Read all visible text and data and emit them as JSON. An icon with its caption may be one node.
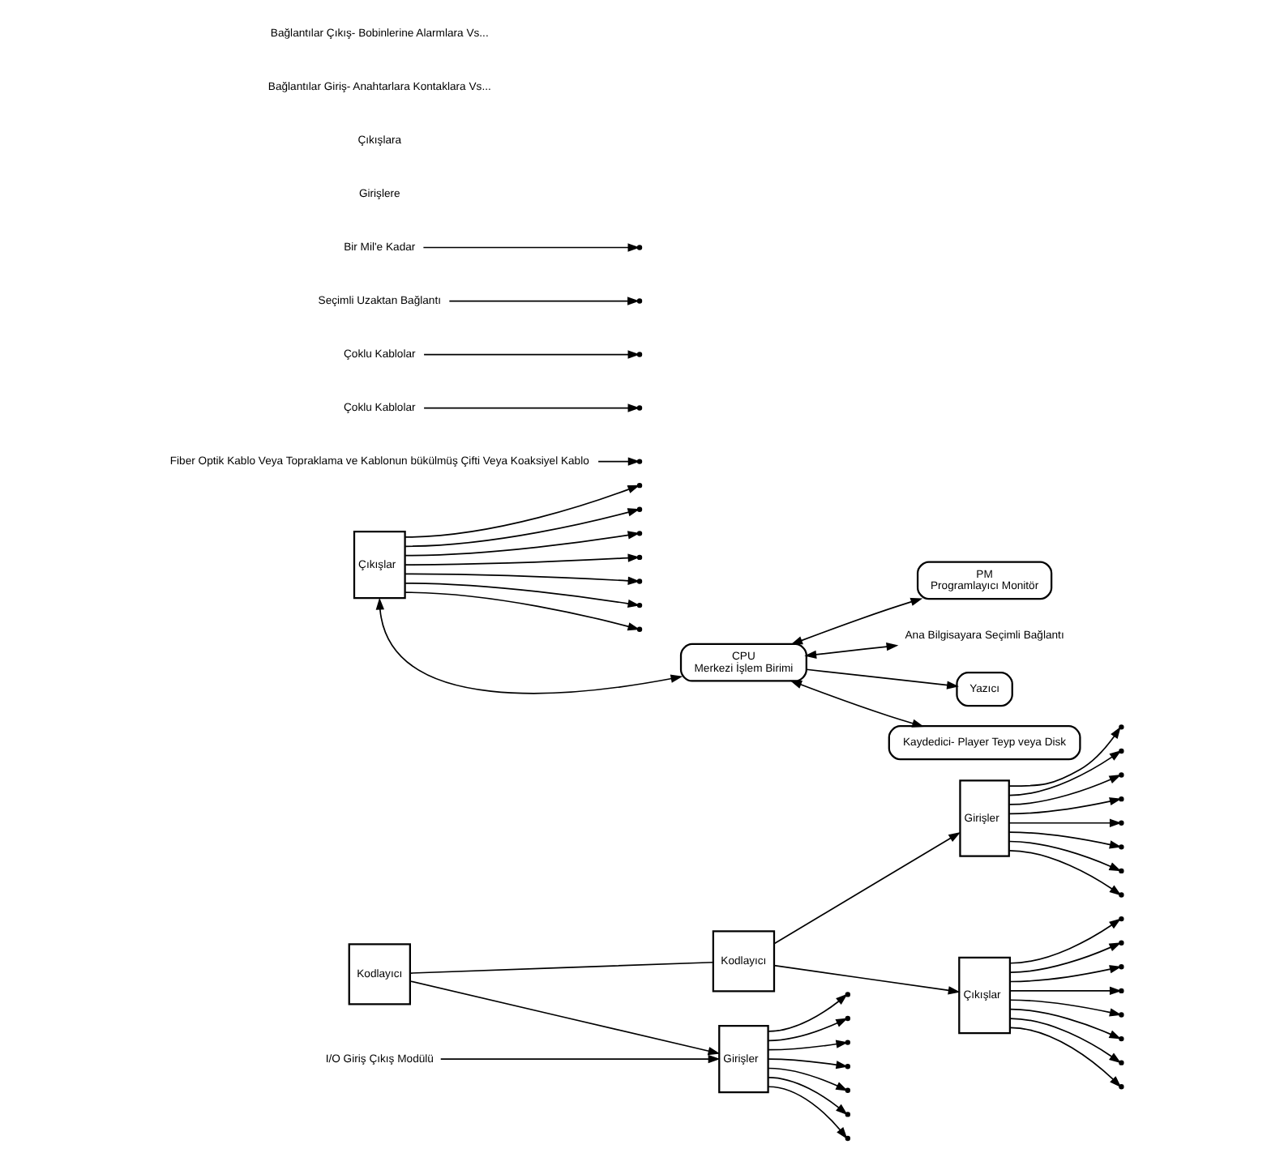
{
  "diagram": {
    "nodes": [
      {
        "text": [
          "Kodlayıcı"
        ]
      },
      {
        "text": [
          "Kodlayıcı"
        ]
      },
      {
        "text": [
          "Girişler"
        ]
      },
      {
        "text": [
          "Çıkışlar"
        ]
      },
      {
        "text": [
          "Girişler"
        ]
      },
      {
        "text": [
          "Çıkışlar"
        ]
      },
      {
        "text": [
          "CPU",
          "Merkezi İşlem Birimi"
        ]
      },
      {
        "text": [
          "PM",
          "Programlayıcı Monitör"
        ]
      },
      {
        "text": [
          "Ana Bilgisayara Seçimli Bağlantı"
        ]
      },
      {
        "text": [
          "Yazıcı"
        ]
      },
      {
        "text": [
          "Kaydedici- Player Teyp veya Disk"
        ]
      },
      {
        "text": [
          "Fiber Optik Kablo Veya Topraklama ve Kablonun bükülmüş Çifti Veya Koaksiyel Kablo"
        ]
      },
      {
        "text": [
          "Çoklu Kablolar"
        ]
      },
      {
        "text": [
          "Çoklu Kablolar"
        ]
      },
      {
        "text": [
          "Seçimli Uzaktan Bağlantı"
        ]
      },
      {
        "text": [
          "Bir Mil'e Kadar"
        ]
      },
      {
        "text": [
          "I/O Giriş Çıkış Modülü"
        ]
      }
    ],
    "edges": [
      {
        "from": 0,
        "to": 1,
        "arrow": "none"
      },
      {
        "from": 0,
        "to": 4,
        "arrow": "to"
      },
      {
        "from": 1,
        "to": 2,
        "arrow": "to"
      },
      {
        "from": 1,
        "to": 3,
        "arrow": "to"
      },
      {
        "from": 5,
        "to": 6,
        "arrow": "both"
      },
      {
        "from": 6,
        "to": 8,
        "arrow": "both"
      },
      {
        "from": 6,
        "to": 9,
        "arrow": "to"
      },
      {
        "from": 6,
        "to": 10,
        "arrow": "both"
      },
      {
        "from": 6,
        "to": 7,
        "arrow": "both"
      },
      {
        "from": 11,
        "to": null,
        "arrow": "to"
      },
      {
        "from": 12,
        "to": null,
        "arrow": "to"
      },
      {
        "from": 13,
        "to": null,
        "arrow": "to"
      },
      {
        "from": 14,
        "to": null,
        "arrow": "to"
      },
      {
        "from": 15,
        "to": null,
        "arrow": "to"
      },
      {
        "from": 16,
        "to": 4,
        "arrow": "to"
      },
      {
        "from": 2,
        "to": null,
        "arrow": "to"
      },
      {
        "from": 2,
        "to": null,
        "arrow": "to"
      },
      {
        "from": 2,
        "to": null,
        "arrow": "to"
      },
      {
        "from": 2,
        "to": null,
        "arrow": "to"
      },
      {
        "from": 2,
        "to": null,
        "arrow": "to"
      },
      {
        "from": 2,
        "to": null,
        "arrow": "to"
      },
      {
        "from": 2,
        "to": null,
        "arrow": "to"
      },
      {
        "from": 2,
        "to": null,
        "arrow": "to"
      },
      {
        "from": 3,
        "to": null,
        "arrow": "to"
      },
      {
        "from": 3,
        "to": null,
        "arrow": "to"
      },
      {
        "from": 3,
        "to": null,
        "arrow": "to"
      },
      {
        "from": 3,
        "to": null,
        "arrow": "to"
      },
      {
        "from": 3,
        "to": null,
        "arrow": "to"
      },
      {
        "from": 3,
        "to": null,
        "arrow": "to"
      },
      {
        "from": 3,
        "to": null,
        "arrow": "to"
      },
      {
        "from": 3,
        "to": null,
        "arrow": "to"
      },
      {
        "from": 4,
        "to": null,
        "arrow": "to"
      },
      {
        "from": 4,
        "to": null,
        "arrow": "to"
      },
      {
        "from": 4,
        "to": null,
        "arrow": "to"
      },
      {
        "from": 4,
        "to": null,
        "arrow": "to"
      },
      {
        "from": 4,
        "to": null,
        "arrow": "to"
      },
      {
        "from": 4,
        "to": null,
        "arrow": "to"
      },
      {
        "from": 4,
        "to": null,
        "arrow": "to"
      },
      {
        "from": 5,
        "to": null,
        "arrow": "to"
      },
      {
        "from": 5,
        "to": null,
        "arrow": "to"
      },
      {
        "from": 5,
        "to": null,
        "arrow": "to"
      },
      {
        "from": 5,
        "to": null,
        "arrow": "to"
      },
      {
        "from": 5,
        "to": null,
        "arrow": "to"
      },
      {
        "from": 5,
        "to": null,
        "arrow": "to"
      },
      {
        "from": 5,
        "to": null,
        "arrow": "to"
      }
    ],
    "labels": [
      "Girişlere",
      "Çıkışlara",
      "Bağlantılar Giriş- Anahtarlara Kontaklara Vs...",
      "Bağlantılar Çıkış- Bobinlerine Alarmlara Vs..."
    ]
  }
}
